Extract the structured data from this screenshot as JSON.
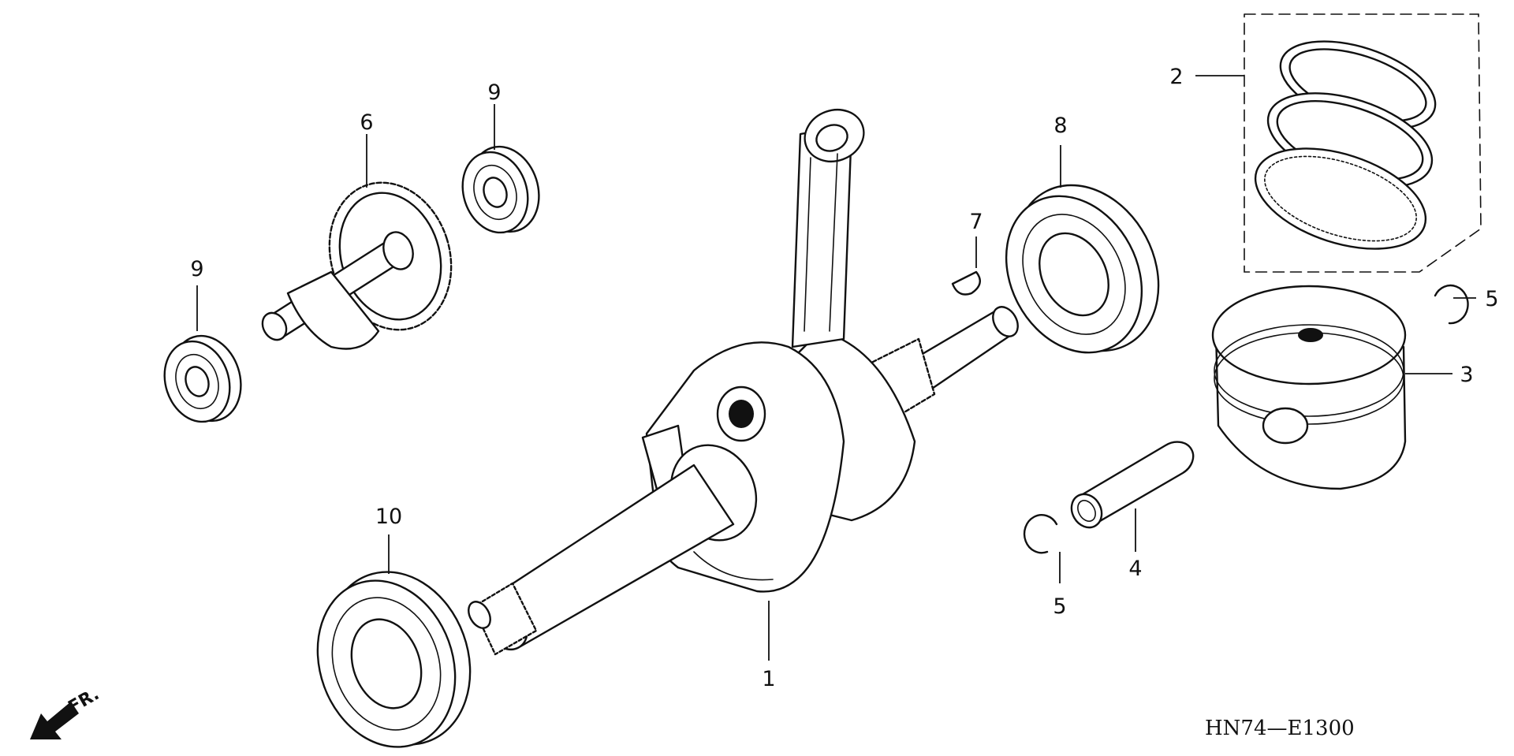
{
  "diagram_code": "HN74—E1300",
  "front_label": "FR.",
  "callouts": {
    "c1": "1",
    "c2": "2",
    "c3": "3",
    "c4": "4",
    "c5a": "5",
    "c5b": "5",
    "c6": "6",
    "c7": "7",
    "c8": "8",
    "c9a": "9",
    "c9b": "9",
    "c10": "10"
  }
}
